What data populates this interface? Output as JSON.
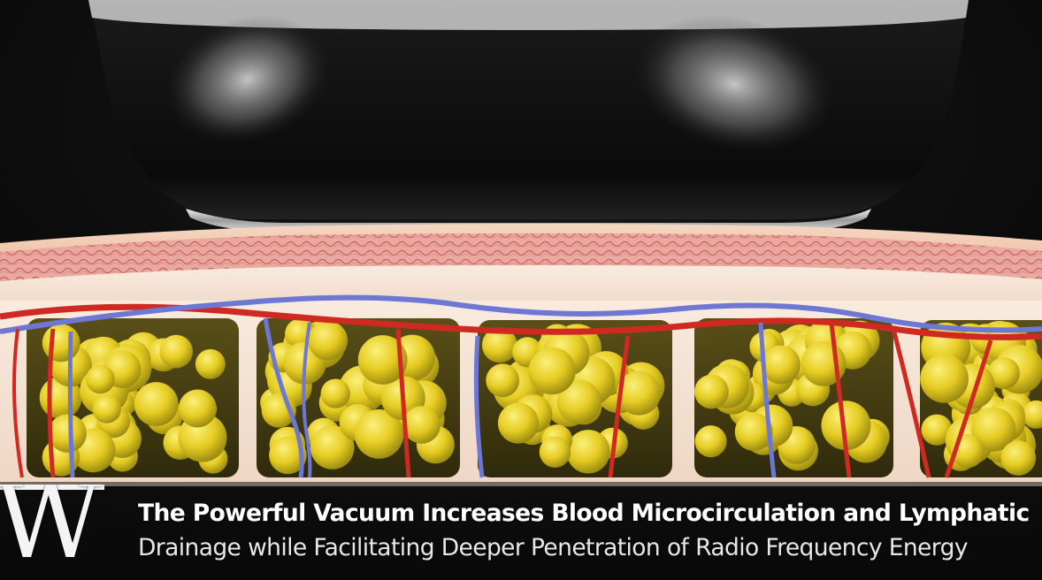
{
  "caption": {
    "line1": "The Powerful Vacuum Increases Blood Microcirculation and Lymphatic",
    "line2": "Drainage while Facilitating Deeper Penetration of Radio Frequency Energy"
  },
  "logo": {
    "letter": "W"
  },
  "scene": {
    "colors": {
      "background": "#050505",
      "device": "#0d0d0d",
      "skin": "#f2cdb5",
      "dermis": "#e9a79c",
      "septa": "#f6e6d6",
      "fat": "#e8cf2a",
      "artery": "#d4271f",
      "lymph_vein": "#6f79d8"
    }
  }
}
